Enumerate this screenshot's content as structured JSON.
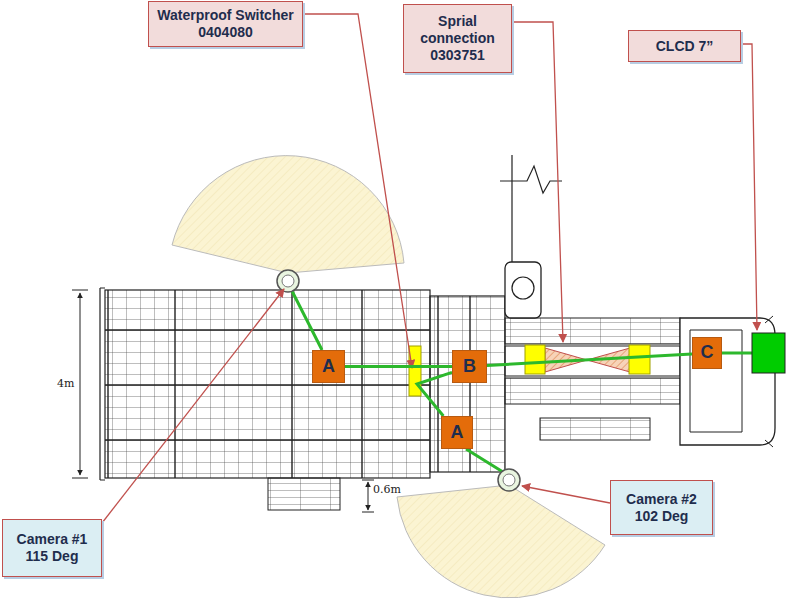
{
  "diagram": {
    "nodes": [
      {
        "text": [
          "Waterproof Switcher 0404080"
        ]
      },
      {
        "text": [
          "Sprial connection 0303751"
        ]
      },
      {
        "text": [
          "CLCD 7”"
        ]
      },
      {
        "text": [
          "A"
        ]
      },
      {
        "text": [
          "B"
        ]
      },
      {
        "text": [
          "C"
        ]
      },
      {
        "text": [
          "A"
        ]
      },
      {
        "text": [
          "Camera #1 115 Deg"
        ]
      },
      {
        "text": [
          "Camera #2 102 Deg"
        ]
      }
    ],
    "edges": [
      {
        "from": 3,
        "to": 4,
        "arrow": "none"
      },
      {
        "from": 6,
        "to": 4,
        "arrow": "none"
      },
      {
        "from": 4,
        "to": 5,
        "arrow": "none"
      }
    ],
    "labels": [
      "4m",
      "0.6m"
    ]
  }
}
